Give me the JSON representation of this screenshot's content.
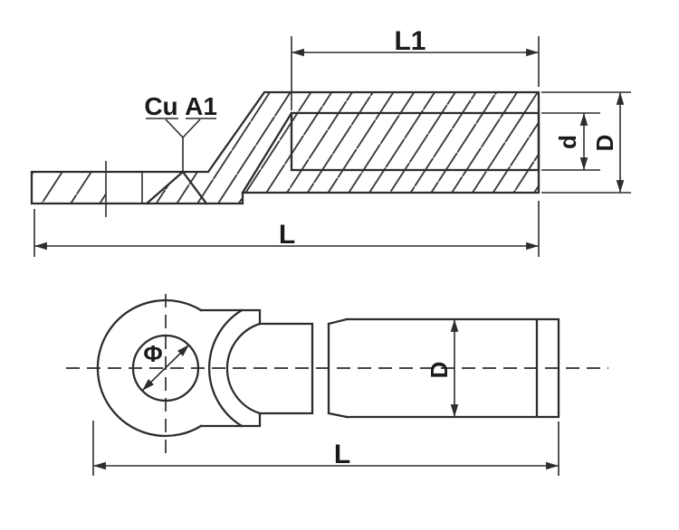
{
  "drawing": {
    "title": "bimetallic-cable-lug-technical-drawing",
    "colors": {
      "background": "#ffffff",
      "line": "#2d2d2d",
      "text": "#1a1a1a"
    },
    "top_view": {
      "material_label_left": "Cu",
      "material_label_right": "A1",
      "dim_barrel_bore_length": "L1",
      "dim_total_length": "L",
      "dim_bore_diameter": "d",
      "dim_outer_diameter": "D"
    },
    "bottom_view": {
      "dim_hole_diameter": "Φ",
      "dim_barrel_diameter": "D",
      "dim_total_length": "L"
    }
  }
}
